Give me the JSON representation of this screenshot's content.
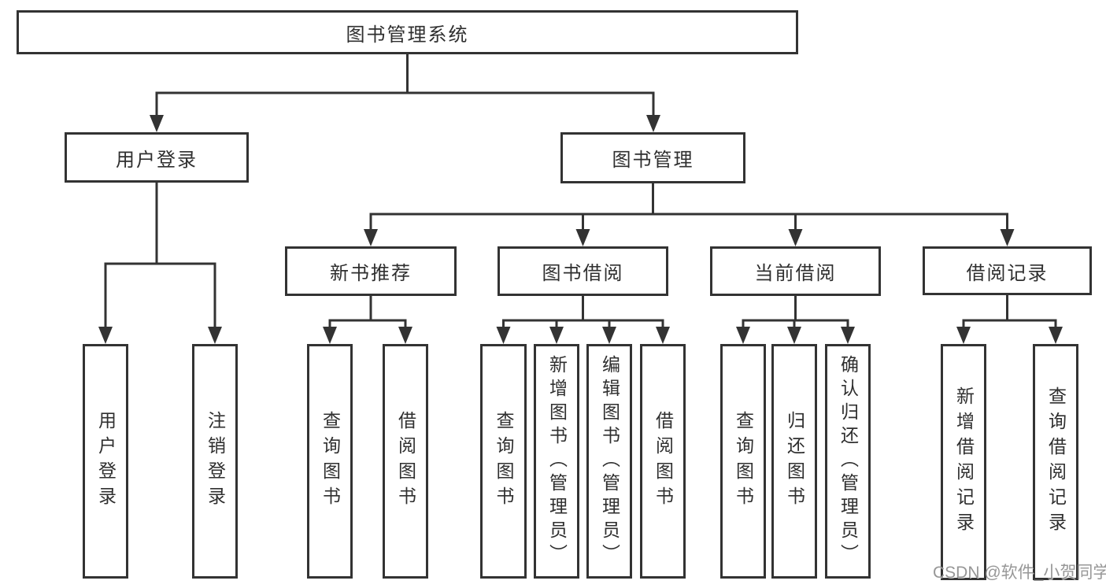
{
  "diagram": {
    "root": {
      "label": "图书管理系统"
    },
    "level2": [
      {
        "label": "用户登录"
      },
      {
        "label": "图书管理"
      }
    ],
    "level3": [
      {
        "label": "新书推荐"
      },
      {
        "label": "图书借阅"
      },
      {
        "label": "当前借阅"
      },
      {
        "label": "借阅记录"
      }
    ],
    "leaves": {
      "user_login": [
        "用户登录",
        "注销登录"
      ],
      "new_books": [
        "查询图书",
        "借阅图书"
      ],
      "book_borrow": [
        "查询图书",
        "新增图书（管理员）",
        "编辑图书（管理员）",
        "借阅图书"
      ],
      "current_borrow": [
        "查询图书",
        "归还图书",
        "确认归还（管理员）"
      ],
      "borrow_records": [
        "新增借阅记录",
        "查询借阅记录"
      ]
    }
  },
  "watermark": "CSDN @软件_小贺同学",
  "colors": {
    "line": "#333333",
    "text": "#2f2f2f",
    "watermark": "#8c8c8c",
    "background": "#ffffff"
  }
}
